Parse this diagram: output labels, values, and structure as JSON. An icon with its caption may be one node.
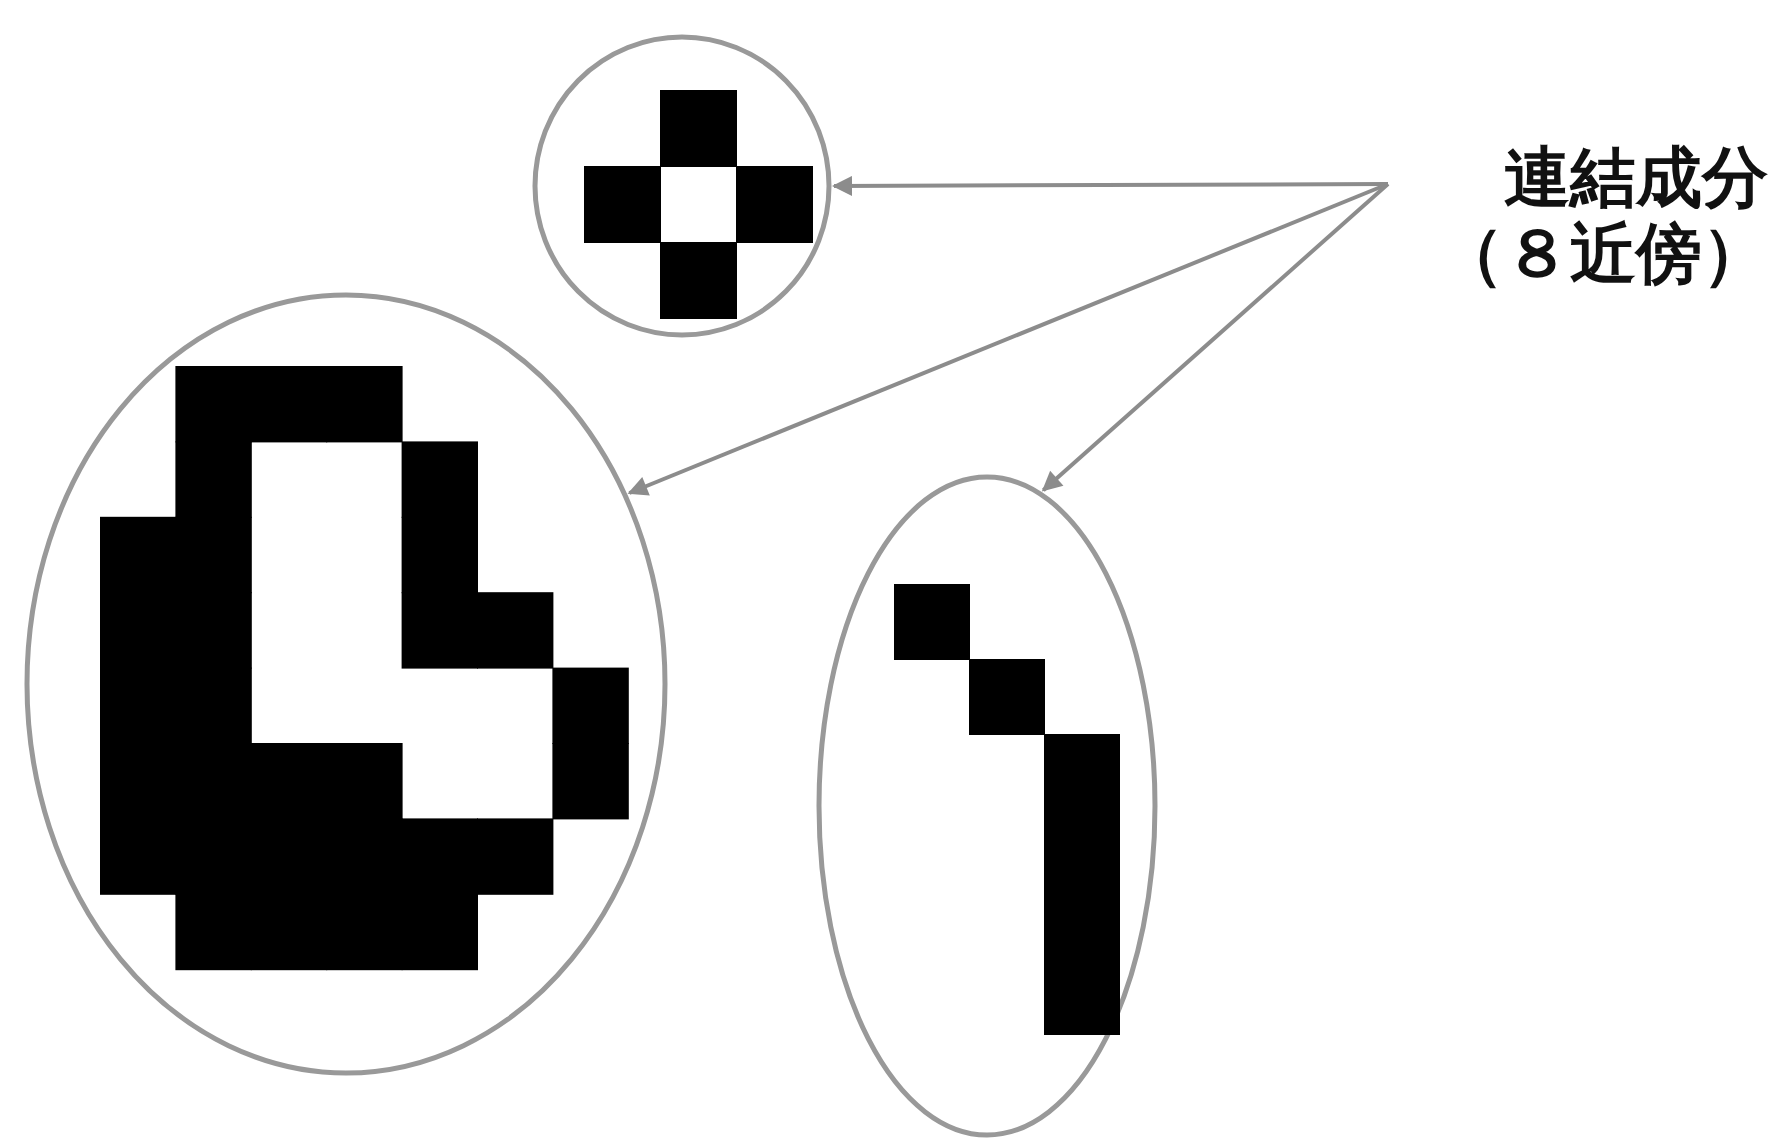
{
  "diagram": {
    "nodes": [
      {
        "text": [
          "連結成分（８近傍）"
        ]
      },
      {
        "text": [],
        "shape": "ellipse"
      },
      {
        "text": [],
        "shape": "ellipse"
      },
      {
        "text": [],
        "shape": "ellipse"
      }
    ],
    "edges": [
      {
        "from": 0,
        "to": 1,
        "arrow": "to",
        "color": "#8c8c8c"
      },
      {
        "from": 0,
        "to": 2,
        "arrow": "to",
        "color": "#8c8c8c"
      },
      {
        "from": 0,
        "to": 3,
        "arrow": "to",
        "color": "#8c8c8c"
      }
    ]
  }
}
